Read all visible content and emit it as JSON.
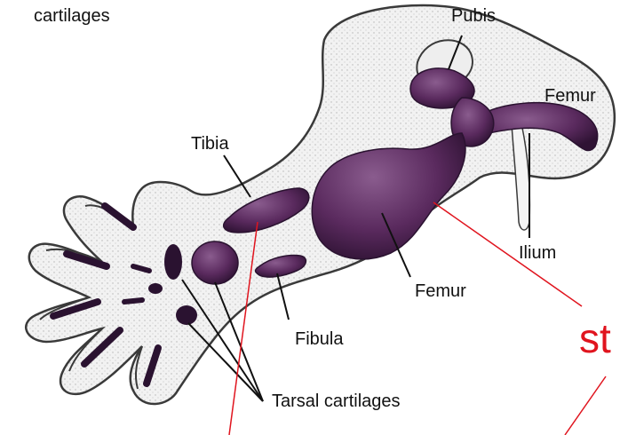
{
  "labels": {
    "top_left": "cartilages",
    "pubis": "Pubis",
    "femur_top": "Femur",
    "tibia": "Tibia",
    "ilium": "Ilium",
    "femur_mid": "Femur",
    "fibula": "Fibula",
    "tarsal": "Tarsal cartilages"
  },
  "annotation": {
    "text": "st"
  },
  "colors": {
    "cartilage_outline": "#3a3a3a",
    "cartilage_fill": "#f4f4f4",
    "bone_fill": "#5a2a5e",
    "bone_dark": "#2a1230",
    "leader_lines": "#111111",
    "annotation_red": "#e0141e"
  }
}
